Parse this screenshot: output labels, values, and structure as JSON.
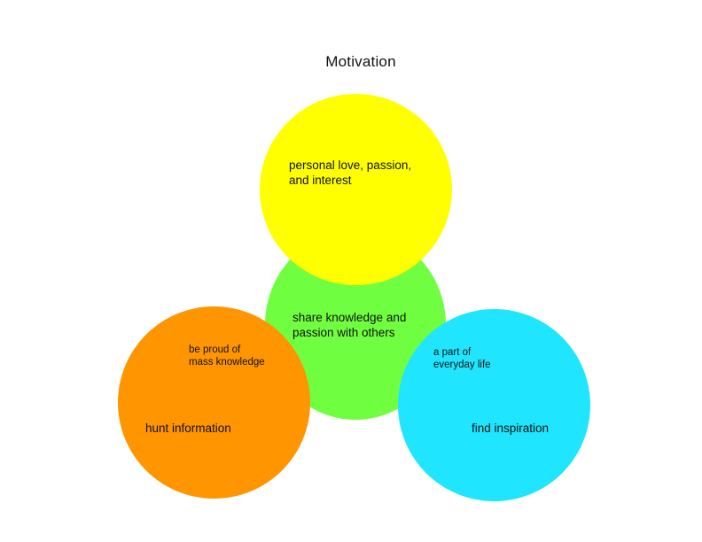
{
  "title": "Motivation",
  "colors": {
    "yellow": "#FFFF00",
    "green": "#70FF40",
    "orange": "#FF9500",
    "cyan": "#1FE5FF"
  },
  "circles": {
    "yellow": {
      "line1": "personal love, passion,",
      "line2": "and interest"
    },
    "green": {
      "line1": "share knowledge and",
      "line2": "passion with others"
    },
    "orange": {
      "small_line1": "be proud of",
      "small_line2": "mass knowledge",
      "main": "hunt information"
    },
    "cyan": {
      "small_line1": "a part of",
      "small_line2": "everyday life",
      "main": "find inspiration"
    }
  }
}
